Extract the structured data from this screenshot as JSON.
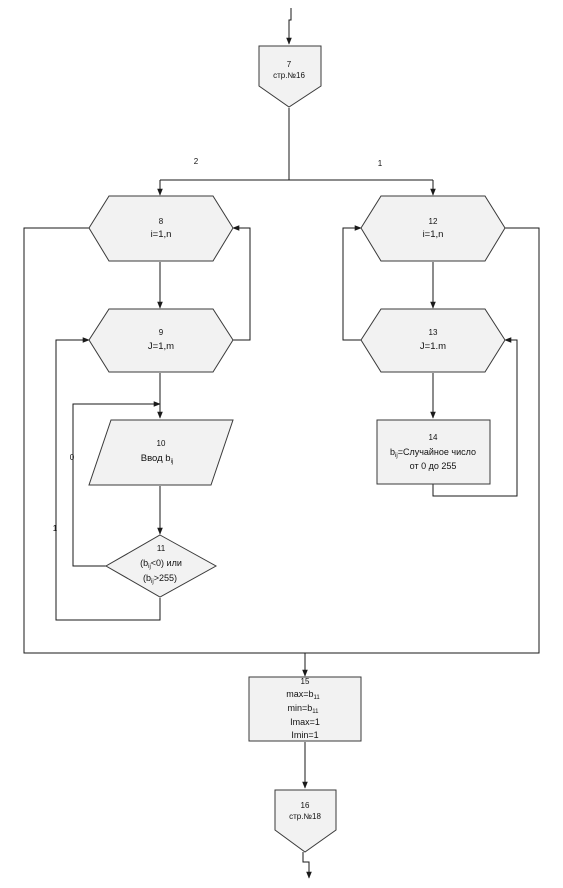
{
  "blocks": {
    "b7": {
      "num": "7",
      "text": "стр.№16"
    },
    "b8": {
      "num": "8",
      "text": "i=1,n"
    },
    "b9": {
      "num": "9",
      "text": "J=1,m"
    },
    "b10": {
      "num": "10",
      "text": "Ввод b",
      "sub": "ij"
    },
    "b11": {
      "num": "11",
      "line1": "(b",
      "line1_sub": "ij",
      "line1_tail": "<0) или",
      "line2": "(b",
      "line2_sub": "ij",
      "line2_tail": ">255)"
    },
    "b12": {
      "num": "12",
      "text": "i=1,n"
    },
    "b13": {
      "num": "13",
      "text": "J=1.m"
    },
    "b14": {
      "num": "14",
      "line1": "b",
      "line1_sub": "ij",
      "line1_tail": "=Случайное число",
      "line2": "от 0 до 255"
    },
    "b15": {
      "num": "15",
      "l1": "max=b",
      "l1_sub": "11",
      "l2": "min=b",
      "l2_sub": "11",
      "l3": "Imax=1",
      "l4": "Imin=1"
    },
    "b16": {
      "num": "16",
      "text": "стр.№18"
    }
  },
  "edges": {
    "branch_left": "2",
    "branch_right": "1",
    "loop_zero": "0",
    "loop_one": "1"
  }
}
